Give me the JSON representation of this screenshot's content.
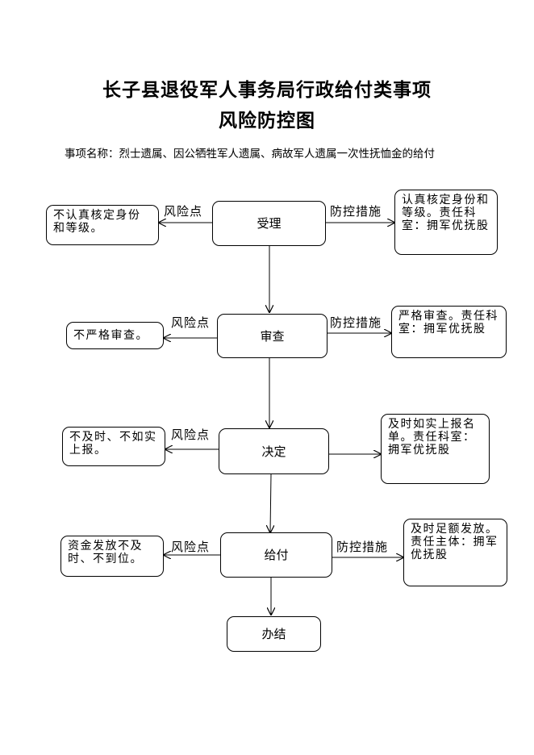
{
  "title_line1": "长子县退役军人事务局行政给付类事项",
  "title_line2": "风险防控图",
  "subtitle": "事项名称：烈士遗属、因公牺牲军人遗属、病故军人遗属一次性抚恤金的给付",
  "labels": {
    "risk": "风险点",
    "control": "防控措施"
  },
  "steps": [
    {
      "name": "受理",
      "risk": "不认真核定身份和等级。",
      "control": "认真核定身份和等级。责任科室：拥军优抚股"
    },
    {
      "name": "审查",
      "risk": "不严格审查。",
      "control": "严格审查。责任科室：拥军优抚股"
    },
    {
      "name": "决定",
      "risk": "不及时、不如实上报。",
      "control": "及时如实上报名单。责任科室：拥军优抚股"
    },
    {
      "name": "给付",
      "risk": "资金发放不及时、不到位。",
      "control": "及时足额发放。责任主体：拥军优抚股"
    },
    {
      "name": "办结"
    }
  ]
}
